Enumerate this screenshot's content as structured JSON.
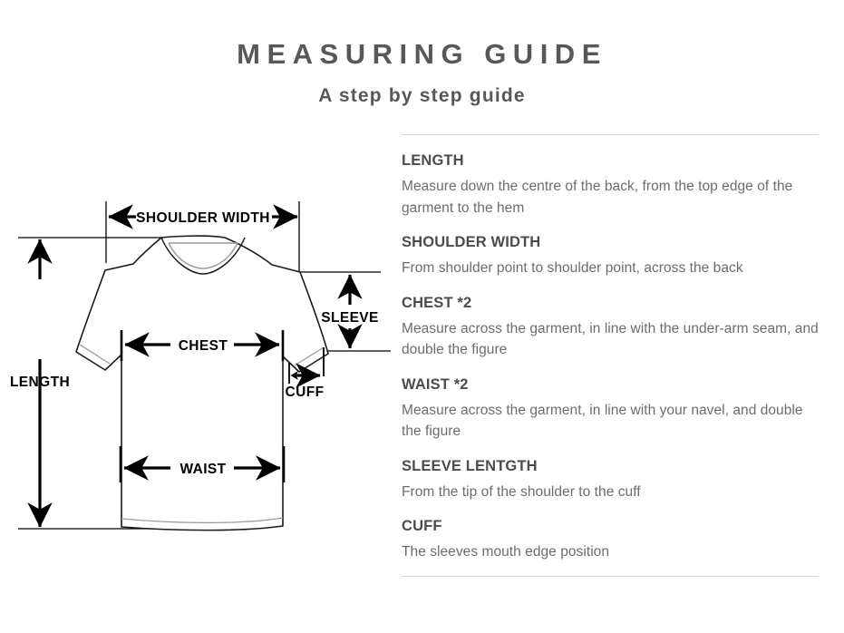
{
  "header": {
    "title": "MEASURING GUIDE",
    "subtitle": "A step by step guide"
  },
  "diagram": {
    "labels": {
      "shoulder_width": "SHOULDER WIDTH",
      "length": "LENGTH",
      "chest": "CHEST",
      "waist": "WAIST",
      "sleeve": "SLEEVE",
      "cuff": "CUFF"
    },
    "colors": {
      "outline": "#1a1a1a",
      "inner_line": "#9a9a9a",
      "arrow": "#000000",
      "label_text": "#000000"
    }
  },
  "guide": {
    "entries": [
      {
        "term": "LENGTH",
        "desc": "Measure down the centre of the back, from the top edge of the garment to the hem"
      },
      {
        "term": "SHOULDER WIDTH",
        "desc": "From shoulder point to shoulder point, across the back"
      },
      {
        "term": "CHEST *2",
        "desc": "Measure across the garment, in line with the under-arm seam, and double the figure"
      },
      {
        "term": "WAIST *2",
        "desc": "Measure across the garment, in line with your navel, and double the figure"
      },
      {
        "term": "SLEEVE LENTGTH",
        "desc": "From the tip of the shoulder to the cuff"
      },
      {
        "term": "CUFF",
        "desc": "The sleeves mouth edge position"
      }
    ]
  },
  "theme": {
    "background": "#ffffff",
    "heading_color": "#58585a",
    "term_color": "#4c4c4e",
    "body_color": "#6d6d70",
    "divider_color": "#d9d9d9"
  }
}
